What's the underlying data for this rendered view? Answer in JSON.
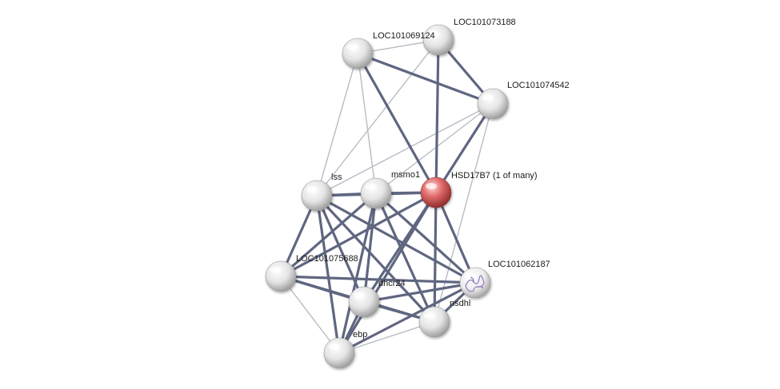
{
  "network": {
    "nodes": [
      {
        "id": "loc69124",
        "label": "LOC101069124",
        "style": "plain"
      },
      {
        "id": "loc73188",
        "label": "LOC101073188",
        "style": "plain"
      },
      {
        "id": "loc74542",
        "label": "LOC101074542",
        "style": "plain"
      },
      {
        "id": "lss",
        "label": "lss",
        "style": "plain"
      },
      {
        "id": "msmo1",
        "label": "msmo1",
        "style": "plain"
      },
      {
        "id": "hsd17b7",
        "label": "HSD17B7 (1 of many)",
        "style": "query"
      },
      {
        "id": "loc75688",
        "label": "LOC101075688",
        "style": "plain"
      },
      {
        "id": "loc62187",
        "label": "LOC101062187",
        "style": "structure"
      },
      {
        "id": "dhcr24",
        "label": "dhcr24",
        "style": "plain"
      },
      {
        "id": "nsdhl",
        "label": "nsdhl",
        "style": "plain"
      },
      {
        "id": "ebp",
        "label": "ebp",
        "style": "plain"
      }
    ],
    "edges": [
      {
        "source": "loc69124",
        "target": "loc73188",
        "strength": "weak"
      },
      {
        "source": "loc69124",
        "target": "loc74542",
        "strength": "strong"
      },
      {
        "source": "loc69124",
        "target": "hsd17b7",
        "strength": "strong"
      },
      {
        "source": "loc69124",
        "target": "lss",
        "strength": "weak"
      },
      {
        "source": "loc69124",
        "target": "msmo1",
        "strength": "weak"
      },
      {
        "source": "loc73188",
        "target": "loc74542",
        "strength": "strong"
      },
      {
        "source": "loc73188",
        "target": "hsd17b7",
        "strength": "strong"
      },
      {
        "source": "loc73188",
        "target": "lss",
        "strength": "weak"
      },
      {
        "source": "loc74542",
        "target": "hsd17b7",
        "strength": "strong"
      },
      {
        "source": "loc74542",
        "target": "lss",
        "strength": "weak"
      },
      {
        "source": "loc74542",
        "target": "msmo1",
        "strength": "weak"
      },
      {
        "source": "loc74542",
        "target": "nsdhl",
        "strength": "weak"
      },
      {
        "source": "lss",
        "target": "msmo1",
        "strength": "strong"
      },
      {
        "source": "lss",
        "target": "hsd17b7",
        "strength": "strong"
      },
      {
        "source": "lss",
        "target": "loc75688",
        "strength": "strong"
      },
      {
        "source": "lss",
        "target": "dhcr24",
        "strength": "strong"
      },
      {
        "source": "lss",
        "target": "nsdhl",
        "strength": "strong"
      },
      {
        "source": "lss",
        "target": "loc62187",
        "strength": "strong"
      },
      {
        "source": "lss",
        "target": "ebp",
        "strength": "strong"
      },
      {
        "source": "msmo1",
        "target": "hsd17b7",
        "strength": "strong"
      },
      {
        "source": "msmo1",
        "target": "loc75688",
        "strength": "strong"
      },
      {
        "source": "msmo1",
        "target": "dhcr24",
        "strength": "strong"
      },
      {
        "source": "msmo1",
        "target": "nsdhl",
        "strength": "strong"
      },
      {
        "source": "msmo1",
        "target": "loc62187",
        "strength": "strong"
      },
      {
        "source": "msmo1",
        "target": "ebp",
        "strength": "strong"
      },
      {
        "source": "hsd17b7",
        "target": "loc75688",
        "strength": "strong"
      },
      {
        "source": "hsd17b7",
        "target": "dhcr24",
        "strength": "strong"
      },
      {
        "source": "hsd17b7",
        "target": "nsdhl",
        "strength": "strong"
      },
      {
        "source": "hsd17b7",
        "target": "loc62187",
        "strength": "strong"
      },
      {
        "source": "hsd17b7",
        "target": "ebp",
        "strength": "strong"
      },
      {
        "source": "loc75688",
        "target": "dhcr24",
        "strength": "strong"
      },
      {
        "source": "loc75688",
        "target": "nsdhl",
        "strength": "strong"
      },
      {
        "source": "loc75688",
        "target": "loc62187",
        "strength": "strong"
      },
      {
        "source": "loc75688",
        "target": "ebp",
        "strength": "weak"
      },
      {
        "source": "dhcr24",
        "target": "nsdhl",
        "strength": "strong"
      },
      {
        "source": "dhcr24",
        "target": "loc62187",
        "strength": "strong"
      },
      {
        "source": "dhcr24",
        "target": "ebp",
        "strength": "strong"
      },
      {
        "source": "nsdhl",
        "target": "loc62187",
        "strength": "strong"
      },
      {
        "source": "nsdhl",
        "target": "ebp",
        "strength": "weak"
      },
      {
        "source": "loc62187",
        "target": "ebp",
        "strength": "strong"
      }
    ],
    "colors": {
      "edge_strong": "#5f6680",
      "edge_weak": "#b8bcc6",
      "node_plain": "#e6e6e6",
      "node_query": "#e06c6c",
      "structure_glyph": "#9a7fc0"
    }
  }
}
